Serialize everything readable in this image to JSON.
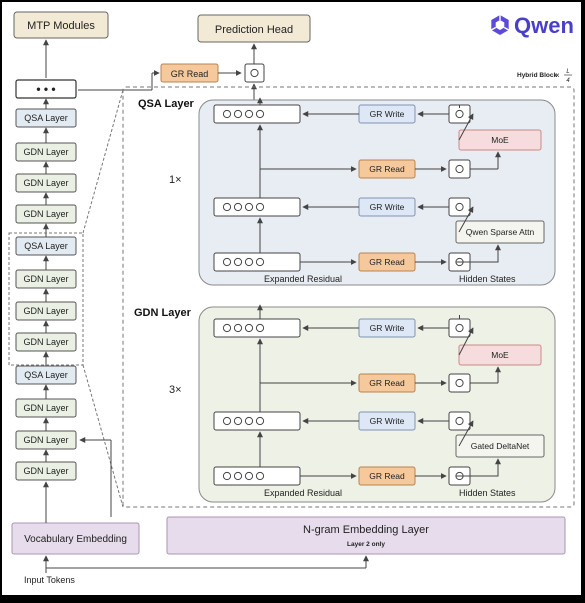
{
  "brand": {
    "name": "Qwen"
  },
  "left_column": {
    "mtp_label": "MTP Modules",
    "ellipsis": "• • •",
    "layers": [
      "QSA Layer",
      "GDN Layer",
      "GDN Layer",
      "GDN Layer",
      "QSA Layer",
      "GDN Layer",
      "GDN Layer",
      "GDN Layer",
      "QSA Layer",
      "GDN Layer",
      "GDN Layer",
      "GDN Layer"
    ]
  },
  "top": {
    "prediction_head": "Prediction Head",
    "gr_read": "GR Read",
    "hybrid_block": "Hybrid Block",
    "hybrid_multiplier": "×",
    "hybrid_fraction_top": "L",
    "hybrid_fraction_bottom": "4"
  },
  "qsa_section": {
    "title": "QSA Layer",
    "repeat": "1×",
    "gr_write": "GR Write",
    "gr_read": "GR Read",
    "moe": "MoE",
    "attn": "Qwen Sparse Attn",
    "expanded_residual": "Expanded Residual",
    "hidden_states": "Hidden States"
  },
  "gdn_section": {
    "title": "GDN Layer",
    "repeat": "3×",
    "gr_write": "GR Write",
    "gr_read": "GR Read",
    "moe": "MoE",
    "attn": "Gated DeltaNet",
    "expanded_residual": "Expanded Residual",
    "hidden_states": "Hidden States"
  },
  "bottom": {
    "vocab_embedding": "Vocabulary Embedding",
    "ngram_embedding": "N-gram Embedding Layer",
    "ngram_note": "Layer 2 only",
    "input_tokens": "Input Tokens"
  },
  "colors": {
    "beige": "#f3ead6",
    "lavender": "#e6dcec",
    "lavender_border": "#a896b2",
    "layer_fill": "#eaf1e4",
    "qsa_layer_fill": "#e3ebf2",
    "qsa_panel": "#e8edf3",
    "gdn_panel": "#eef1e6",
    "gr_read": "#f6c99c",
    "gr_write": "#dde7f5",
    "moe": "#f6dcdc",
    "brand": "#5b4bd8"
  }
}
